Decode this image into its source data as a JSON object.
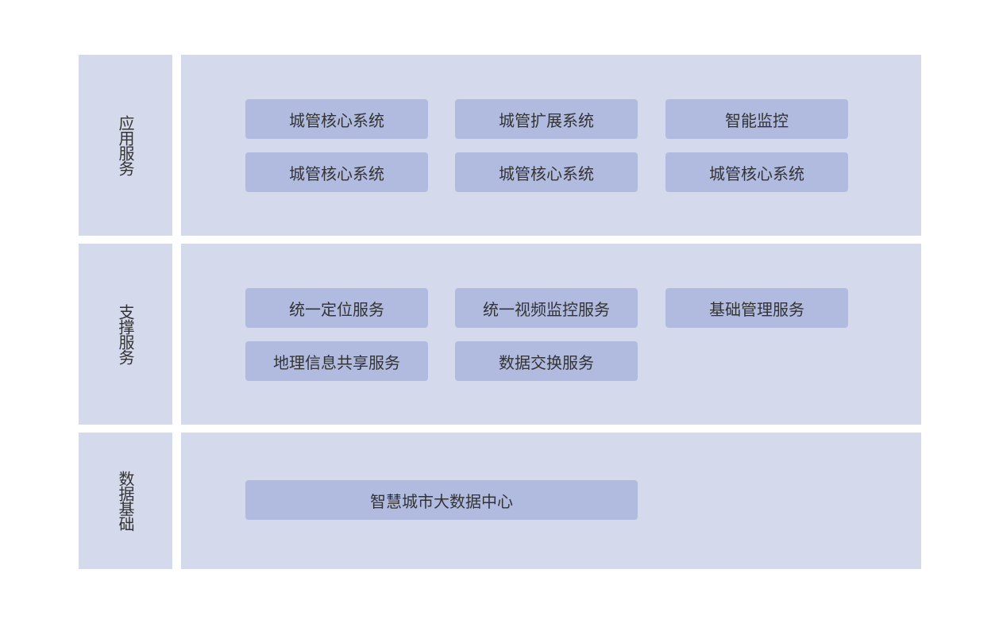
{
  "layers": [
    {
      "label": "应用服务",
      "items": [
        "城管核心系统",
        "城管扩展系统",
        "智能监控",
        "城管核心系统",
        "城管核心系统",
        "城管核心系统"
      ]
    },
    {
      "label": "支撑服务",
      "items": [
        "统一定位服务",
        "统一视频监控服务",
        "基础管理服务",
        "地理信息共享服务",
        "数据交换服务"
      ]
    },
    {
      "label": "数据基础",
      "items": [
        "智慧城市大数据中心"
      ]
    }
  ],
  "colors": {
    "panel_background": "#d5d9ec",
    "box_background": "#b1bbe0",
    "text": "#333333"
  }
}
